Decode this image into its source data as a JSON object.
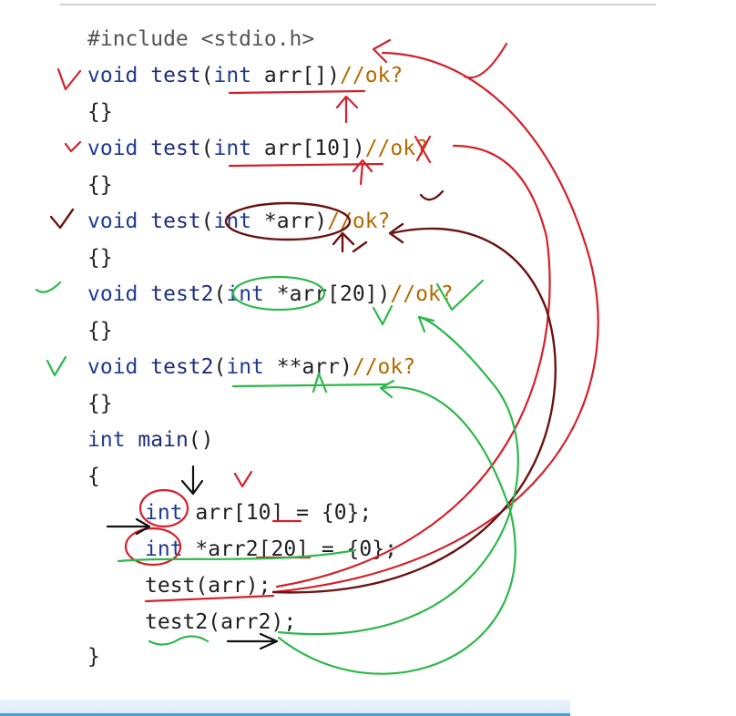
{
  "code": {
    "include_line": "#include <stdio.h>",
    "fn1": {
      "type": "void",
      "name": "test",
      "open": "(",
      "ptype": "int",
      "pname": " arr[]",
      "close": ")",
      "comment": "//ok?"
    },
    "body1": "{}",
    "fn2": {
      "type": "void",
      "name": "test",
      "open": "(",
      "ptype": "int",
      "pname": " arr[10]",
      "close": ")",
      "comment": "//ok?"
    },
    "body2": "{}",
    "fn3": {
      "type": "void",
      "name": "test",
      "open": "(",
      "ptype": "int",
      "pname": " *arr",
      "close": ")",
      "comment": "//ok?"
    },
    "body3": "{}",
    "fn4": {
      "type": "void",
      "name": "test2",
      "open": "(",
      "ptype": "int",
      "pname": " *arr[20]",
      "close": ")",
      "comment": "//ok?"
    },
    "body4": "{}",
    "fn5": {
      "type": "void",
      "name": "test2",
      "open": "(",
      "ptype": "int",
      "pname": " **arr",
      "close": ")",
      "comment": "//ok?"
    },
    "body5": "{}",
    "main_sig": {
      "type": "int",
      "name": "main",
      "parens": "()"
    },
    "main_open": "{",
    "decl1": {
      "type": "int",
      "rest": " arr[10] = {0};"
    },
    "decl2": {
      "type": "int",
      "rest": " *arr2[20] = {0};"
    },
    "call1": "test(arr);",
    "call2": "test2(arr2);",
    "main_close": "}"
  },
  "annotation_colors": {
    "red": "#d4202a",
    "dark_red": "#6a1414",
    "green": "#2db84a",
    "black": "#111111"
  }
}
